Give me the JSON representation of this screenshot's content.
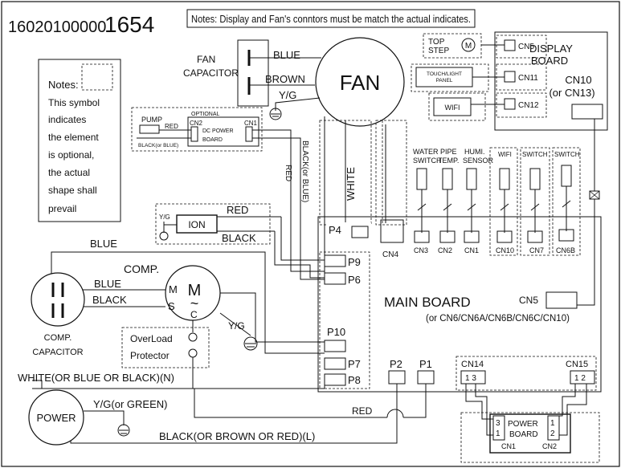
{
  "model": {
    "prefix": "16020100000",
    "suffix": "1654"
  },
  "note_banner": "Notes: Display and Fan's conntors must be match the actual indicates.",
  "notes_box": {
    "title": "Notes:",
    "lines": [
      "This symbol",
      "indicates",
      "the element",
      "is optional,",
      "the actual",
      "shape shall",
      "prevail"
    ]
  },
  "fan": {
    "label": "FAN",
    "capacitor_label": [
      "FAN",
      "CAPACITOR"
    ],
    "wire_blue": "BLUE",
    "wire_brown": "BROWN",
    "yg": "Y/G"
  },
  "display": {
    "title": [
      "DISPLAY",
      "BOARD"
    ],
    "cn10": [
      "CN10",
      "(or CN13)"
    ],
    "top_step": [
      "TOP",
      "STEP"
    ],
    "motor_symbol": "M",
    "touch_panel": [
      "TOUCH/LIGHT",
      "PANEL"
    ],
    "wifi": "WIFI",
    "cn5": "CN5",
    "cn11": "CN11",
    "cn12": "CN12"
  },
  "pump": {
    "optional": "OPTIONAL",
    "pump_label": "PUMP",
    "red": "RED",
    "black": "BLACK(or BLUE)",
    "cn2": "CN2",
    "cn1": "CN1",
    "board": [
      "DC POWER",
      "BOARD"
    ]
  },
  "vertical_wires": {
    "red": "RED",
    "black_or_blue": "BLACK(or BLUE)",
    "white": "WHITE"
  },
  "sensors": {
    "labels": [
      "WATER",
      "PIPE",
      "HUMI."
    ],
    "labels2": [
      "SWITCH",
      "TEMP.",
      "SENSOR"
    ],
    "wifi": "WIFI",
    "switch1": "SWITCH",
    "switch2": "SWITCH",
    "connectors": [
      "CN3",
      "CN2",
      "CN1",
      "CN10",
      "CN7",
      "CN6B"
    ]
  },
  "ion": {
    "label": "ION",
    "yg": "Y/G",
    "red": "RED",
    "black": "BLACK"
  },
  "comp": {
    "label": "COMP.",
    "m": "M",
    "s": "S",
    "c": "C",
    "blue": "BLUE",
    "black": "BLACK",
    "top_blue": "BLUE",
    "yg": "Y/G",
    "capacitor": [
      "COMP.",
      "CAPACITOR"
    ]
  },
  "overload": [
    "OverLoad",
    "Protector"
  ],
  "main_board": {
    "title": "MAIN   BOARD",
    "alt": "(or CN6/CN6A/CN6B/CN6C/CN10)",
    "p4": "P4",
    "cn4": "CN4",
    "p9": "P9",
    "p6": "P6",
    "p10": "P10",
    "p7": "P7",
    "p8": "P8",
    "p2": "P2",
    "p1": "P1",
    "cn5": "CN5",
    "cn14": "CN14",
    "cn15": "CN15",
    "cn14_pins": "1  3",
    "cn15_pins": "1  2"
  },
  "power": {
    "label": "POWER",
    "neutral": "WHITE(OR BLUE OR BLACK)(N)",
    "ground": "Y/G(or  GREEN)",
    "live": "BLACK(OR BROWN OR RED)(L)",
    "red": "RED"
  },
  "power_board": {
    "title": [
      "POWER",
      "BOARD"
    ],
    "cn1": "CN1",
    "cn2": "CN2",
    "left_pins": [
      "3",
      "1"
    ],
    "right_pins": [
      "1",
      "2"
    ]
  }
}
